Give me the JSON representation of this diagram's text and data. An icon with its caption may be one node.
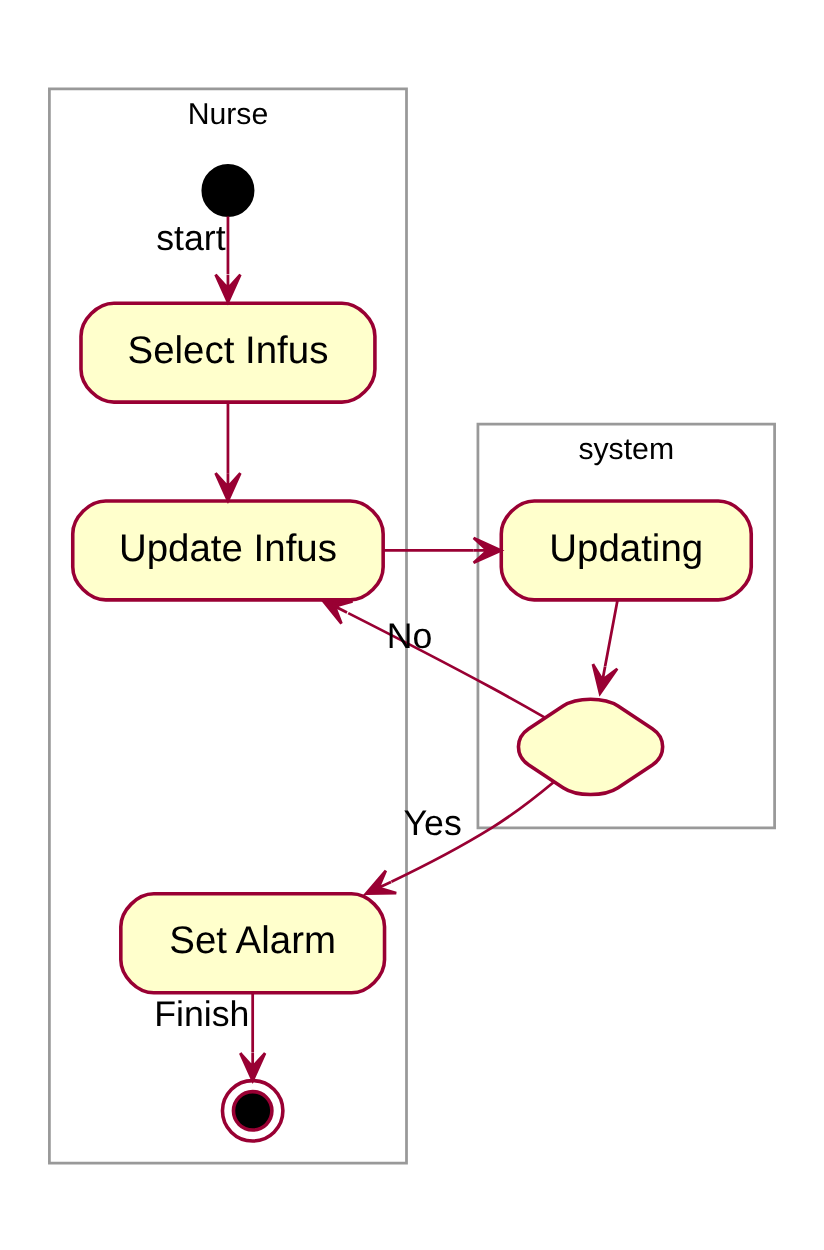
{
  "diagram": {
    "nodes": [
      {
        "text": [
          "Nurse"
        ]
      },
      {
        "text": [
          "system"
        ]
      },
      {
        "text": [],
        "shape": "circle",
        "in": 0
      },
      {
        "text": [
          "Select Infus"
        ],
        "in": 0
      },
      {
        "text": [
          "Update Infus"
        ],
        "in": 0
      },
      {
        "text": [
          "Set Alarm"
        ],
        "in": 0
      },
      {
        "text": [],
        "shape": "circle",
        "in": 0
      },
      {
        "text": [
          "Updating"
        ],
        "in": 1
      },
      {
        "text": [],
        "shape": "diamond",
        "in": 1
      }
    ],
    "edges": [
      {
        "from": 2,
        "to": 3,
        "arrow": "to",
        "label": "start"
      },
      {
        "from": 3,
        "to": 4,
        "arrow": "to"
      },
      {
        "from": 4,
        "to": 7,
        "arrow": "to"
      },
      {
        "from": 7,
        "to": 8,
        "arrow": "to"
      },
      {
        "from": 8,
        "to": 4,
        "arrow": "to",
        "label": "No"
      },
      {
        "from": 8,
        "to": 5,
        "arrow": "to",
        "label": "Yes"
      },
      {
        "from": 5,
        "to": 6,
        "arrow": "to",
        "label": "Finish"
      }
    ]
  }
}
